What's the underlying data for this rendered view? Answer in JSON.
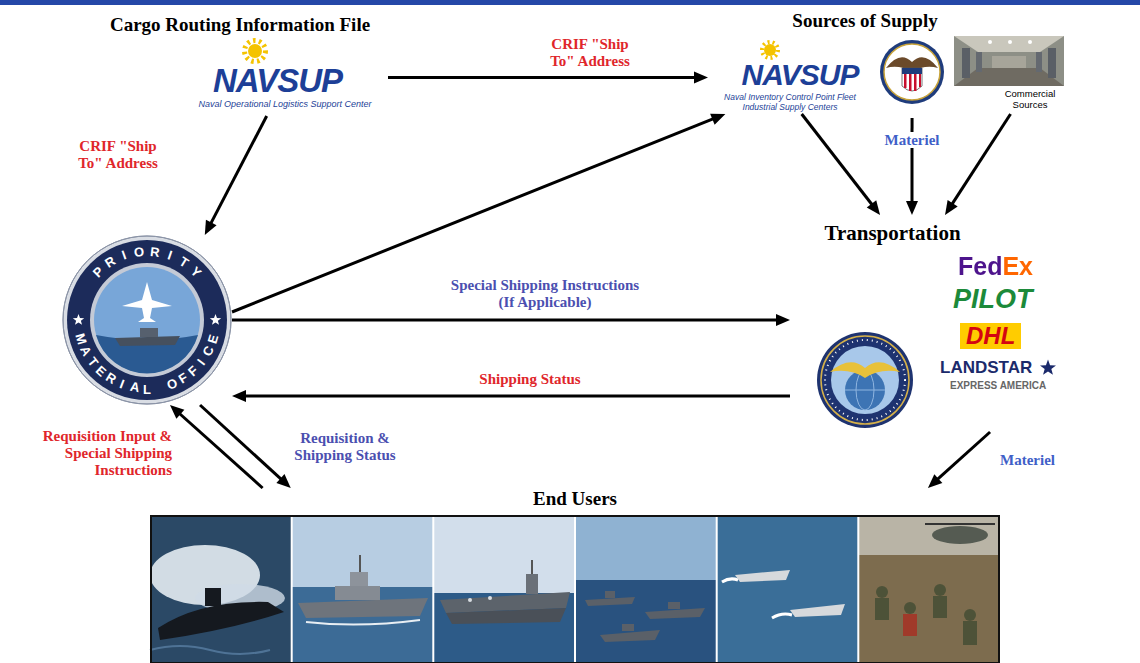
{
  "diagram": {
    "nodes": [
      {
        "text": [
          "Cargo Routing Information File",
          "NAVSUP",
          "Naval Operational Logistics Support Center"
        ]
      },
      {
        "text": [
          "Sources of Supply"
        ]
      },
      {
        "text": [
          "NAVSUP",
          "Naval Inventory Control Point Fleet Industrial Supply Centers"
        ],
        "in": 1
      },
      {
        "text": [
          "Commercial Sources"
        ],
        "in": 1
      },
      {
        "text": [
          "PRIORITY",
          "MATERIAL OFFICE"
        ]
      },
      {
        "text": [
          "Transportation",
          "FedEx",
          "PILOT",
          "DHL",
          "LANDSTAR",
          "EXPRESS AMERICA"
        ]
      },
      {
        "text": [
          "End Users"
        ]
      }
    ],
    "edges": [
      {
        "from": 0,
        "to": 2,
        "label": "CRIF \"Ship To\" Address",
        "arrow": "to"
      },
      {
        "from": 0,
        "to": 4,
        "label": "CRIF \"Ship To\" Address",
        "arrow": "to"
      },
      {
        "from": 4,
        "to": 2,
        "arrow": "to"
      },
      {
        "from": 4,
        "to": 5,
        "label": "Special Shipping Instructions (If Applicable)",
        "arrow": "to"
      },
      {
        "from": 5,
        "to": 4,
        "label": "Shipping Status",
        "arrow": "to"
      },
      {
        "from": 6,
        "to": 4,
        "label": "Requisition Input & Special Shipping Instructions",
        "arrow": "to"
      },
      {
        "from": 4,
        "to": 6,
        "label": "Requisition & Shipping Status",
        "arrow": "to"
      },
      {
        "from": 2,
        "to": 5,
        "arrow": "to"
      },
      {
        "from": 1,
        "to": 5,
        "label": "Materiel",
        "arrow": "to"
      },
      {
        "from": 3,
        "to": 5,
        "arrow": "to"
      },
      {
        "from": 5,
        "to": 6,
        "label": "Materiel",
        "arrow": "to"
      }
    ]
  }
}
